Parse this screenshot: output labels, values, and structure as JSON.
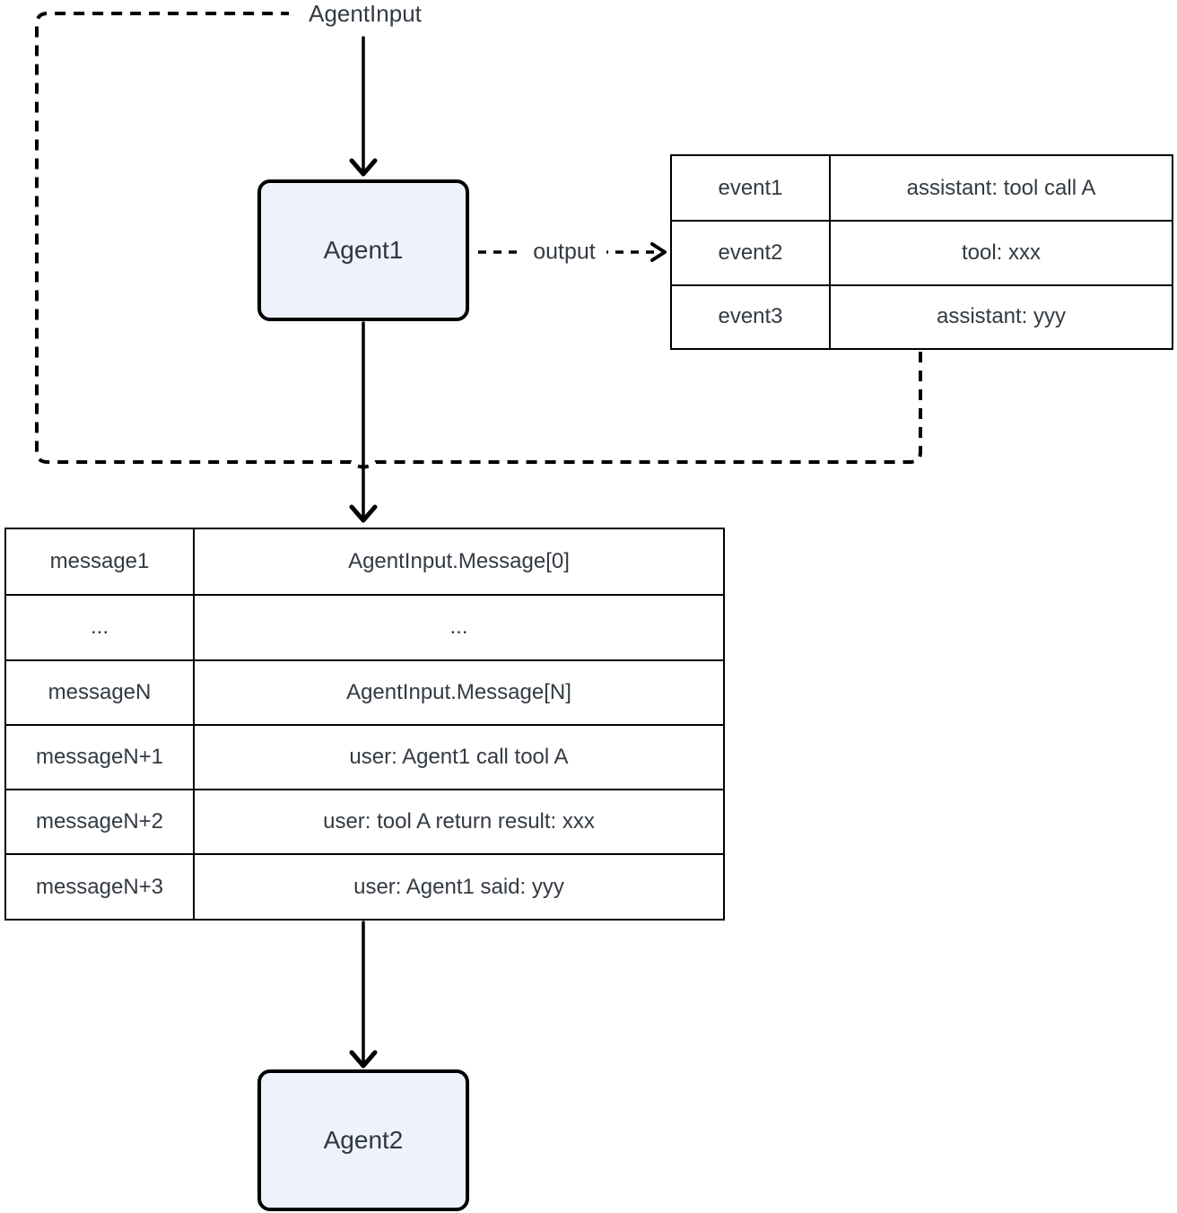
{
  "labels": {
    "agent_input": "AgentInput",
    "output": "output"
  },
  "nodes": {
    "agent1": "Agent1",
    "agent2": "Agent2"
  },
  "event_table": {
    "rows": [
      {
        "key": "event1",
        "value": "assistant: tool call A"
      },
      {
        "key": "event2",
        "value": "tool: xxx"
      },
      {
        "key": "event3",
        "value": "assistant: yyy"
      }
    ]
  },
  "message_table": {
    "rows": [
      {
        "key": "message1",
        "value": "AgentInput.Message[0]"
      },
      {
        "key": "...",
        "value": "..."
      },
      {
        "key": "messageN",
        "value": "AgentInput.Message[N]"
      },
      {
        "key": "messageN+1",
        "value": "user: Agent1 call tool A"
      },
      {
        "key": "messageN+2",
        "value": "user: tool A return result: xxx"
      },
      {
        "key": "messageN+3",
        "value": "user: Agent1 said: yyy"
      }
    ]
  },
  "colors": {
    "node_fill": "#edf2fb",
    "stroke": "#000000",
    "text": "#333a42",
    "background": "#ffffff"
  }
}
